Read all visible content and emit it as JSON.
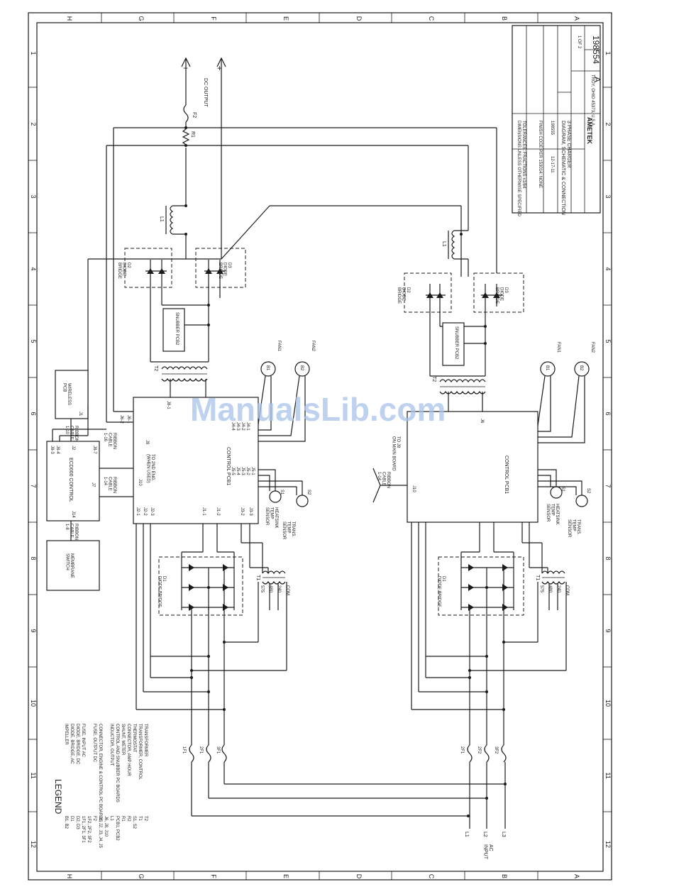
{
  "border": {
    "letters": [
      "H",
      "G",
      "F",
      "E",
      "D",
      "C",
      "B",
      "A"
    ],
    "numbers": [
      "1",
      "2",
      "3",
      "4",
      "5",
      "6",
      "7",
      "8",
      "9",
      "10",
      "11",
      "12"
    ]
  },
  "output": {
    "title": "DC OUTPUT",
    "neg": "−",
    "pos": "+",
    "fuse": "F2",
    "resistor": "R1"
  },
  "left_engine": {
    "inductor": "L1",
    "bridge_d2": "D2\nDIODE\nBRIDGE",
    "bridge_d3": "D3\nDIODE\nBRIDGE",
    "snubber": "SNUBBER PCB2",
    "transformer_t2": "T2",
    "fan1_id": "B1",
    "fan1": "FAN1",
    "fan2_id": "B2",
    "fan2": "FAN2",
    "control": "CONTROL PCB1",
    "j9": "J9",
    "j10": "J10",
    "j9_note": "TO 2ND ENG.\n(WHEN USED)",
    "ribbon_top": "RIBBON\nCABLE\n1-16",
    "ribbon_bot": "RIBBON\nCABLE\n1-14",
    "j8_1": "J8-1",
    "j6_1": "J6-1",
    "j6_2": "J6-2",
    "j4_pins": [
      "J4-1",
      "J4-2",
      "J4-3",
      "J4-4"
    ],
    "j5_pins": [
      "J5-1",
      "J5-2",
      "J5-3",
      "J5-4",
      "J5-5"
    ],
    "j2_pins": [
      "J2-1",
      "J2-2",
      "J2-3"
    ],
    "j1_pins": [
      "J1-1",
      "J1-2"
    ],
    "j3_pins": [
      "J3-2",
      "J3-3"
    ],
    "s1": "S1",
    "s1_label": "HEATSINK\nTEMP\nSENSOR",
    "s2": "S2",
    "s2_label": "TRANS.\nTEMP\nSENSOR",
    "d1": "D1\nDIODE BRIDGE",
    "t1": "T1",
    "taps": [
      "575",
      "480",
      "240",
      "COM"
    ],
    "fuses": [
      "1F1",
      "2F1",
      "3F1"
    ]
  },
  "panel": {
    "wireless": "WIRELESS\nPCB",
    "j1": "J1",
    "ribbon_j1": "RIBBON\nCABLE\n1-10",
    "control": "ECD000 CONTROL",
    "j2": "J2",
    "j7": "J7",
    "j14": "J14",
    "j8_3": "J8-3",
    "j8_4": "J8-4",
    "j8_7": "J8-7",
    "ribbon_j14": "RIBBON\nCABLE\n1-8",
    "membrane": "MEMBRANE\nSWITCH"
  },
  "right_engine": {
    "inductor": "L1",
    "bridge_d2": "D2\nDIODE\nBRIDGE",
    "bridge_d3": "D3\nDIODE\nBRIDGE",
    "snubber": "SNUBBER PCB2",
    "transformer_t2": "T2",
    "fan1_id": "B1",
    "fan1": "FAN1",
    "fan2_id": "B2",
    "fan2": "FAN2",
    "control": "CONTROL PCB1",
    "j10": "J10",
    "j10_note": "TO J9\nON MAIN BOARD",
    "ribbon": "RIBBON\nCABLE\n1-14",
    "j6": "J6",
    "s1": "S1",
    "s1_label": "HEATSINK\nTEMP\nSENSOR",
    "s2": "S2",
    "s2_label": "TRANS.\nTEMP\nSENSOR",
    "d1": "D1\nDIODE BRIDGE",
    "t1": "T1",
    "fuses": [
      "2F1",
      "2F2",
      "3F2"
    ],
    "lines": [
      "L1",
      "L2",
      "L3"
    ],
    "ac_input": "AC\nINPUT"
  },
  "legend": {
    "title": "LEGEND",
    "entries": [
      {
        "ref": "B1, B2",
        "desc": "IMPELLER"
      },
      {
        "ref": "D1",
        "desc": "DIODE, BRIDGE, AC"
      },
      {
        "ref": "D2, D3",
        "desc": "DIODE, BRIDGE, DC"
      },
      {
        "ref": "1F1, 2F1, 3F1",
        "desc": "FUSE, INPUT AC"
      },
      {
        "ref": "1F2, 2F2, 3F2",
        "desc": ""
      },
      {
        "ref": "F2",
        "desc": "FUSE, OUTPUT DC"
      },
      {
        "ref": "J1, J2, J3, J4, J5",
        "desc": "CONNECTOR, ENGINE & CONTROL PC BOARDS"
      },
      {
        "ref": "J6, J8, J10",
        "desc": ""
      },
      {
        "ref": "L1",
        "desc": "INDUCTOR, OUTPUT"
      },
      {
        "ref": "PCB1, PCB2",
        "desc": "CONTROL AND SNUBBER PC BOARDS"
      },
      {
        "ref": "R1",
        "desc": "SHUNT, METER"
      },
      {
        "ref": "R2",
        "desc": "CONNECTOR, AMP HOUR"
      },
      {
        "ref": "S1, S2",
        "desc": "THERMOSTAT"
      },
      {
        "ref": "T1",
        "desc": "TRANSFORMER, CONTROL"
      },
      {
        "ref": "T2",
        "desc": "TRANSFORMER"
      }
    ]
  },
  "title_block": {
    "brand": "AMETEK",
    "address": "TROY, OHIO 45373, U.S.A.",
    "title": "DIAGRAM, SCHEMATIC & CONNECTION",
    "subtitle": "3 PHASE CHARGER",
    "drawing_no": "198554",
    "rev": "A",
    "date": "12-17-11",
    "ref_no": "198555",
    "sheet": "1 OF 2",
    "finish": "FINISH CODE PER 153014: NONE"
  },
  "watermark": "ManualsLib.com"
}
